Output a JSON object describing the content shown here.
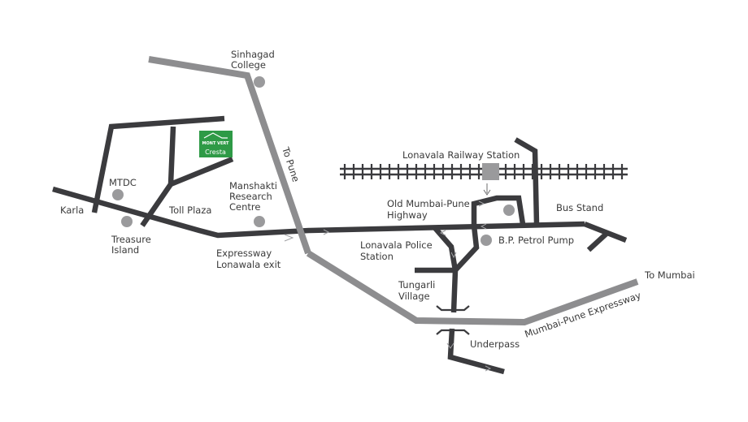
{
  "colors": {
    "background": "#ffffff",
    "local_road": "#3b3b3e",
    "highway": "#8d8d8f",
    "poi_marker": "#9a9a9c",
    "project_marker": "#2e9a46"
  },
  "project": {
    "name": "Cresta",
    "logo_text": "MONT VERT",
    "icon": "house-roof-icon"
  },
  "railway": {
    "station_label": "Lonavala Railway Station"
  },
  "roads": {
    "to_pune": "To Pune",
    "to_mumbai": "To Mumbai",
    "expressway": "Mumbai-Pune Expressway",
    "old_highway_line1": "Old Mumbai-Pune",
    "old_highway_line2": "Highway"
  },
  "places": {
    "sinhagad_line1": "Sinhagad",
    "sinhagad_line2": "College",
    "mtdc": "MTDC",
    "karla": "Karla",
    "toll_plaza": "Toll Plaza",
    "treasure_line1": "Treasure",
    "treasure_line2": "Island",
    "manshakti_line1": "Manshakti",
    "manshakti_line2": "Research",
    "manshakti_line3": "Centre",
    "exit_line1": "Expressway",
    "exit_line2": "Lonawala exit",
    "police_line1": "Lonavala Police",
    "police_line2": "Station",
    "tungarli_line1": "Tungarli",
    "tungarli_line2": "Village",
    "underpass": "Underpass",
    "bus_stand": "Bus Stand",
    "petrol_pump": "B.P. Petrol Pump"
  }
}
